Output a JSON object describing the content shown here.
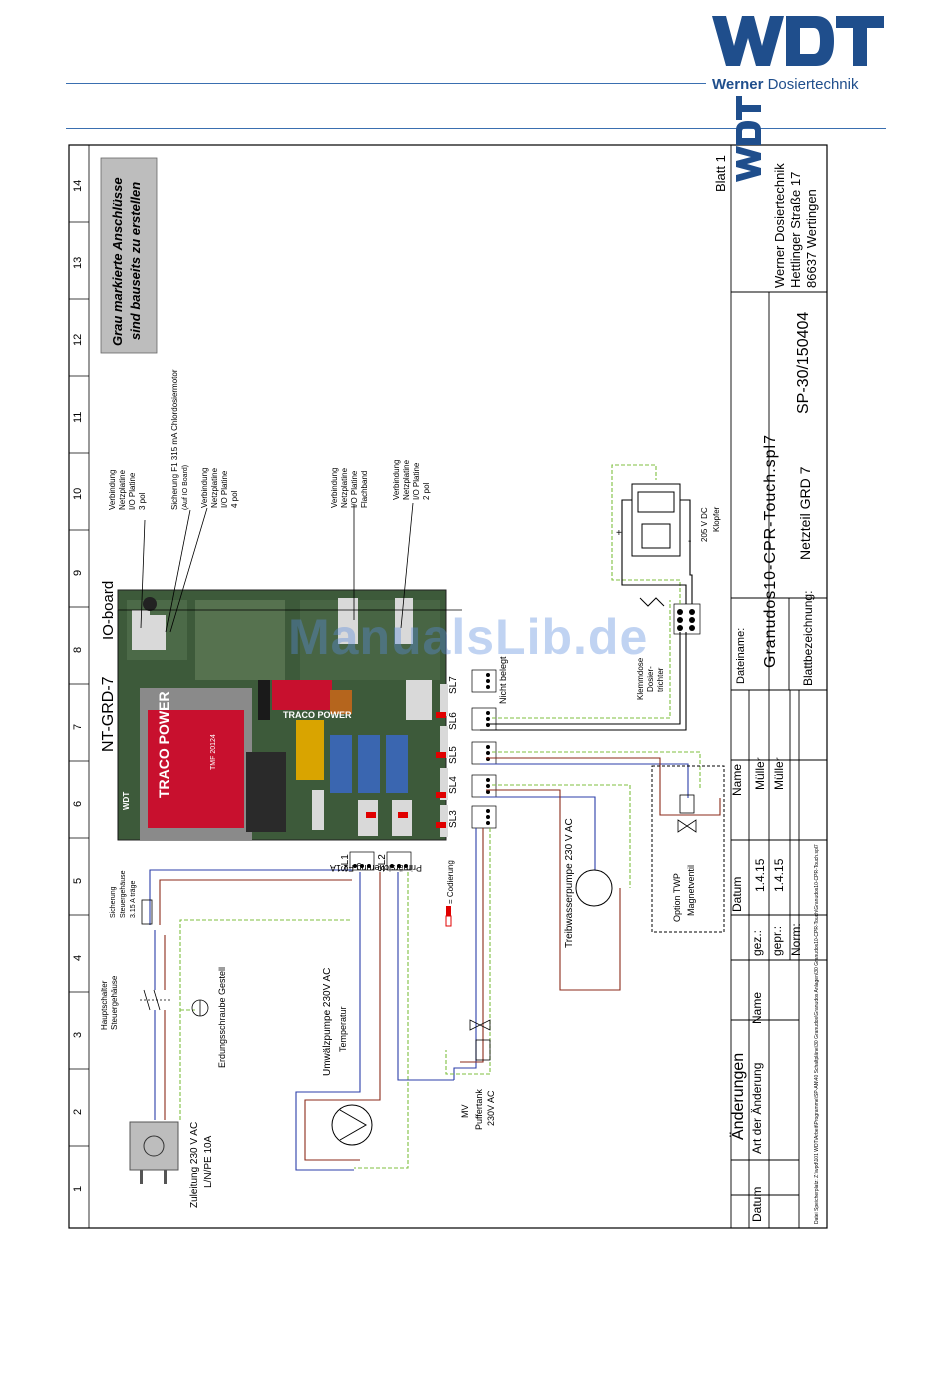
{
  "header": {
    "brand_mark": "WDT",
    "company_bold": "Werner",
    "company_rest": " Dosiertechnik"
  },
  "grid_numbers": [
    "1",
    "2",
    "3",
    "4",
    "5",
    "6",
    "7",
    "8",
    "9",
    "10",
    "11",
    "12",
    "13",
    "14"
  ],
  "note_box": {
    "line1": "Grau markierte Anschlüsse",
    "line2": "sind bauseits zu erstellen"
  },
  "board": {
    "nt_label": "NT-GRD-7",
    "io_label": "IO-board",
    "traco1": "TRACO POWER",
    "traco2": "TRACO POWER",
    "traco_model": "TMF 20124",
    "brand": "WDT"
  },
  "labels": {
    "zuleitung_1": "Zuleitung 230 V AC",
    "zuleitung_2": "L/N/PE 10A",
    "hauptschalter_1": "Hauptschalter",
    "hauptschalter_2": "Steuergehäuse",
    "sicherung_1": "Sicherung",
    "sicherung_2": "Steuergehäuse",
    "sicherung_3": "3.15 A träge",
    "erdung": "Erdungsschraube Gestell",
    "umwaelz_1": "Umwälzpumpe 230V AC",
    "umwaelz_2": "Temperatur",
    "mv_1": "MV",
    "mv_2": "Puffertank",
    "mv_3": "230V AC",
    "primaer": "Primärsicherung F1 1A",
    "codierung": "= Codierung",
    "treibwasser": "Treibwasserpumpe 230 V AC",
    "twp_1": "Option TWP",
    "twp_2": "Magnetventil",
    "nicht_belegt": "Nicht belegt",
    "klemm_1": "Klemmdose",
    "klemm_2": "Dosier-",
    "klemm_3": "trichter",
    "klopfer_1": "205 V DC",
    "klopfer_2": "Klopfer",
    "verb3_1": "Verbindung",
    "verb3_2": "Netzplatine",
    "verb3_3": "I/O Platine",
    "verb3_4": "3 pol",
    "fuse_1": "Sicherung F1 315 mA Chlordosiermotor",
    "fuse_2": "(Auf IO Board)",
    "verb4_1": "Verbindung",
    "verb4_2": "Netzplatine",
    "verb4_3": "I/O Platine",
    "verb4_4": "4 pol",
    "verbf_1": "Verbindung",
    "verbf_2": "Netzplatine",
    "verbf_3": "I/O Platine",
    "verbf_4": "Flachband",
    "verb2_1": "Verbindung",
    "verb2_2": "Netzplatine",
    "verb2_3": "I/O Platine",
    "verb2_4": "2 pol",
    "plus": "+",
    "minus": "-",
    "sl1": "SL1",
    "sl2": "SL2",
    "sl3": "SL3",
    "sl4": "SL4",
    "sl5": "SL5",
    "sl6": "SL6",
    "sl7": "SL7"
  },
  "title_block": {
    "blatt": "Blatt 1",
    "address_1": "Werner Dosiertechnik",
    "address_2": "Hettlinger Straße 17",
    "address_3": "86637 Wertingen",
    "dateiname_label": "Dateiname:",
    "dateiname": "Granudos10-CPR-Touch.spl7",
    "blattbez_label": "Blattbezeichnung:",
    "blattbez": "Netzteil GRD 7",
    "doc_no": "SP-30/150404",
    "aenderungen": "Änderungen",
    "col_datum": "Datum",
    "col_art": "Art der Änderung",
    "col_name": "Name",
    "gez": "gez.:",
    "gepr": "gepr.:",
    "norm": "Norm:",
    "datum_head": "Datum",
    "name_head": "Name",
    "date1": "1.4.15",
    "date2": "1.4.15",
    "name1": "Müller",
    "name2": "Müller",
    "speicher": "Datei Speicherplatz: Z:\\wpd\\101 WDT\\Arbeit\\Programme\\SP-AN\\40 Schaltpläne\\30 Granudos\\Granudos Anlagen\\30 Granudos10-CPR-Touch\\Granudos10-CPR-Touch.spl7"
  },
  "watermark": "ManualsLib.de",
  "colors": {
    "brand_blue": "#1f4e8c",
    "rule_blue": "#3a6fb0",
    "wire_blue": "#2b3ea8",
    "wire_brown": "#8b2a1a",
    "wire_green": "#7fbf3f",
    "traco_red": "#c8102e"
  }
}
